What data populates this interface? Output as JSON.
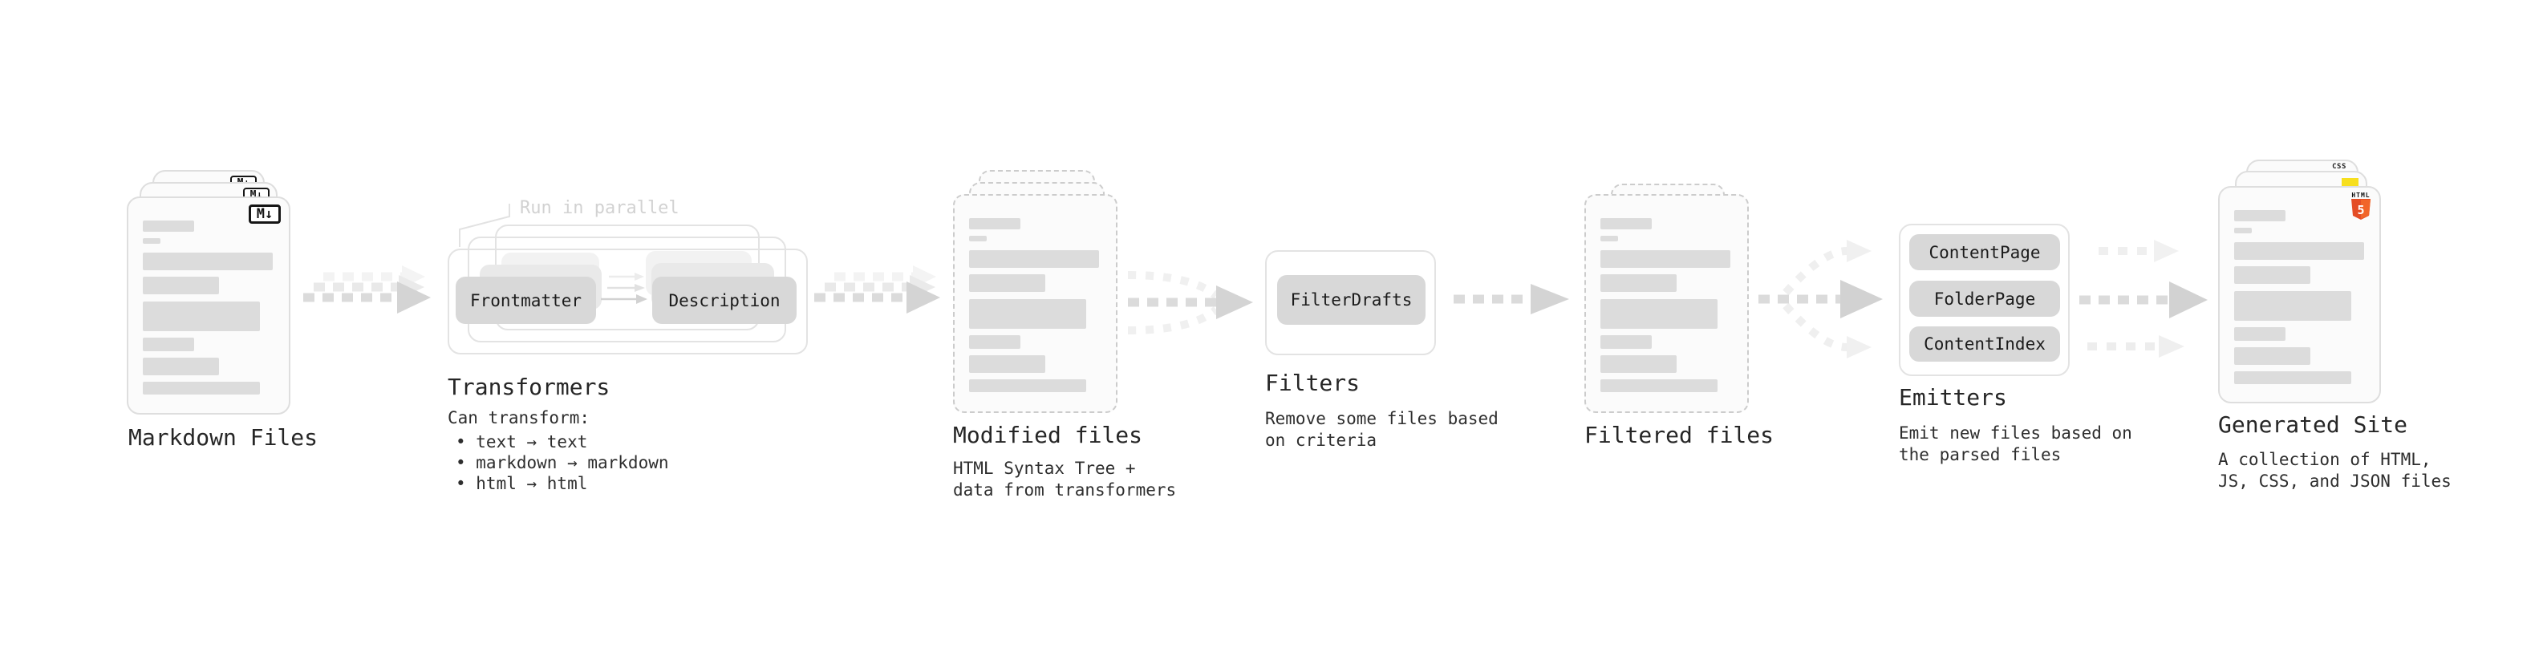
{
  "diagram": {
    "markdown": {
      "title": "Markdown Files",
      "badge": "M↓"
    },
    "transformers": {
      "annotation": "Run in parallel",
      "boxes": [
        "Frontmatter",
        "Description"
      ],
      "title": "Transformers",
      "desc_heading": "Can transform:",
      "bullets": [
        "• text → text",
        "• markdown → markdown",
        "• html → html"
      ]
    },
    "modified": {
      "title": "Modified files",
      "desc": [
        "HTML Syntax Tree +",
        "data from transformers"
      ]
    },
    "filters": {
      "box": "FilterDrafts",
      "title": "Filters",
      "desc": [
        "Remove some files based",
        "on criteria"
      ]
    },
    "filtered": {
      "title": "Filtered files"
    },
    "emitters": {
      "boxes": [
        "ContentPage",
        "FolderPage",
        "ContentIndex"
      ],
      "title": "Emitters",
      "desc": [
        "Emit new files based on",
        "the parsed files"
      ]
    },
    "generated": {
      "title": "Generated Site",
      "desc": [
        "A collection of HTML,",
        "JS, CSS, and JSON files"
      ],
      "badges": {
        "html_label": "HTML",
        "html_five": "5",
        "css_label": "CSS"
      }
    },
    "colors": {
      "html5_orange": "#e44d26",
      "js_yellow": "#f7df1e",
      "css_blue": "#2d63ea",
      "box_fill": "#d8d8d8",
      "bar_fill": "#dcdcdc",
      "arrow_dark": "#d4d4d4",
      "arrow_light": "#efefef",
      "annotation_gray": "#d2d2d2"
    }
  }
}
